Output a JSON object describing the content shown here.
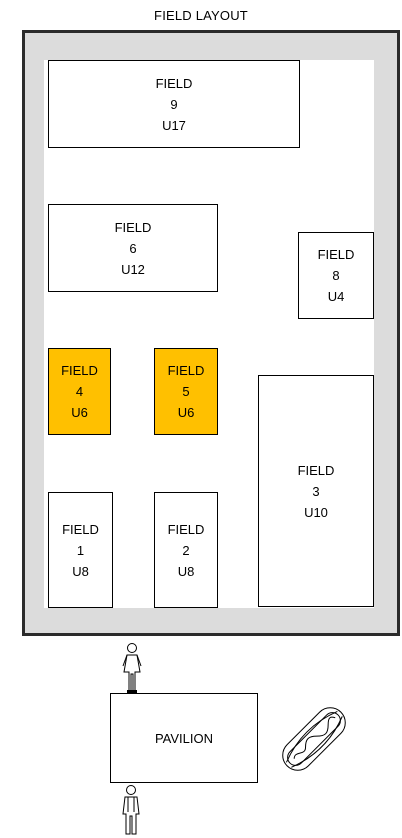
{
  "title": "FIELD LAYOUT",
  "fields": [
    {
      "id": "9",
      "label": "FIELD",
      "number": "9",
      "age": "U17",
      "highlight": false
    },
    {
      "id": "6",
      "label": "FIELD",
      "number": "6",
      "age": "U12",
      "highlight": false
    },
    {
      "id": "8",
      "label": "FIELD",
      "number": "8",
      "age": "U4",
      "highlight": false
    },
    {
      "id": "4",
      "label": "FIELD",
      "number": "4",
      "age": "U6",
      "highlight": true
    },
    {
      "id": "5",
      "label": "FIELD",
      "number": "5",
      "age": "U6",
      "highlight": true
    },
    {
      "id": "3",
      "label": "FIELD",
      "number": "3",
      "age": "U10",
      "highlight": false
    },
    {
      "id": "1",
      "label": "FIELD",
      "number": "1",
      "age": "U8",
      "highlight": false
    },
    {
      "id": "2",
      "label": "FIELD",
      "number": "2",
      "age": "U8",
      "highlight": false
    }
  ],
  "pavilion": {
    "label": "PAVILION"
  },
  "icons": {
    "person": "person-icon",
    "food": "hotdog-icon"
  },
  "colors": {
    "highlight": "#ffc000",
    "border": "#2b2b2b",
    "surround": "#dcdcdc"
  }
}
